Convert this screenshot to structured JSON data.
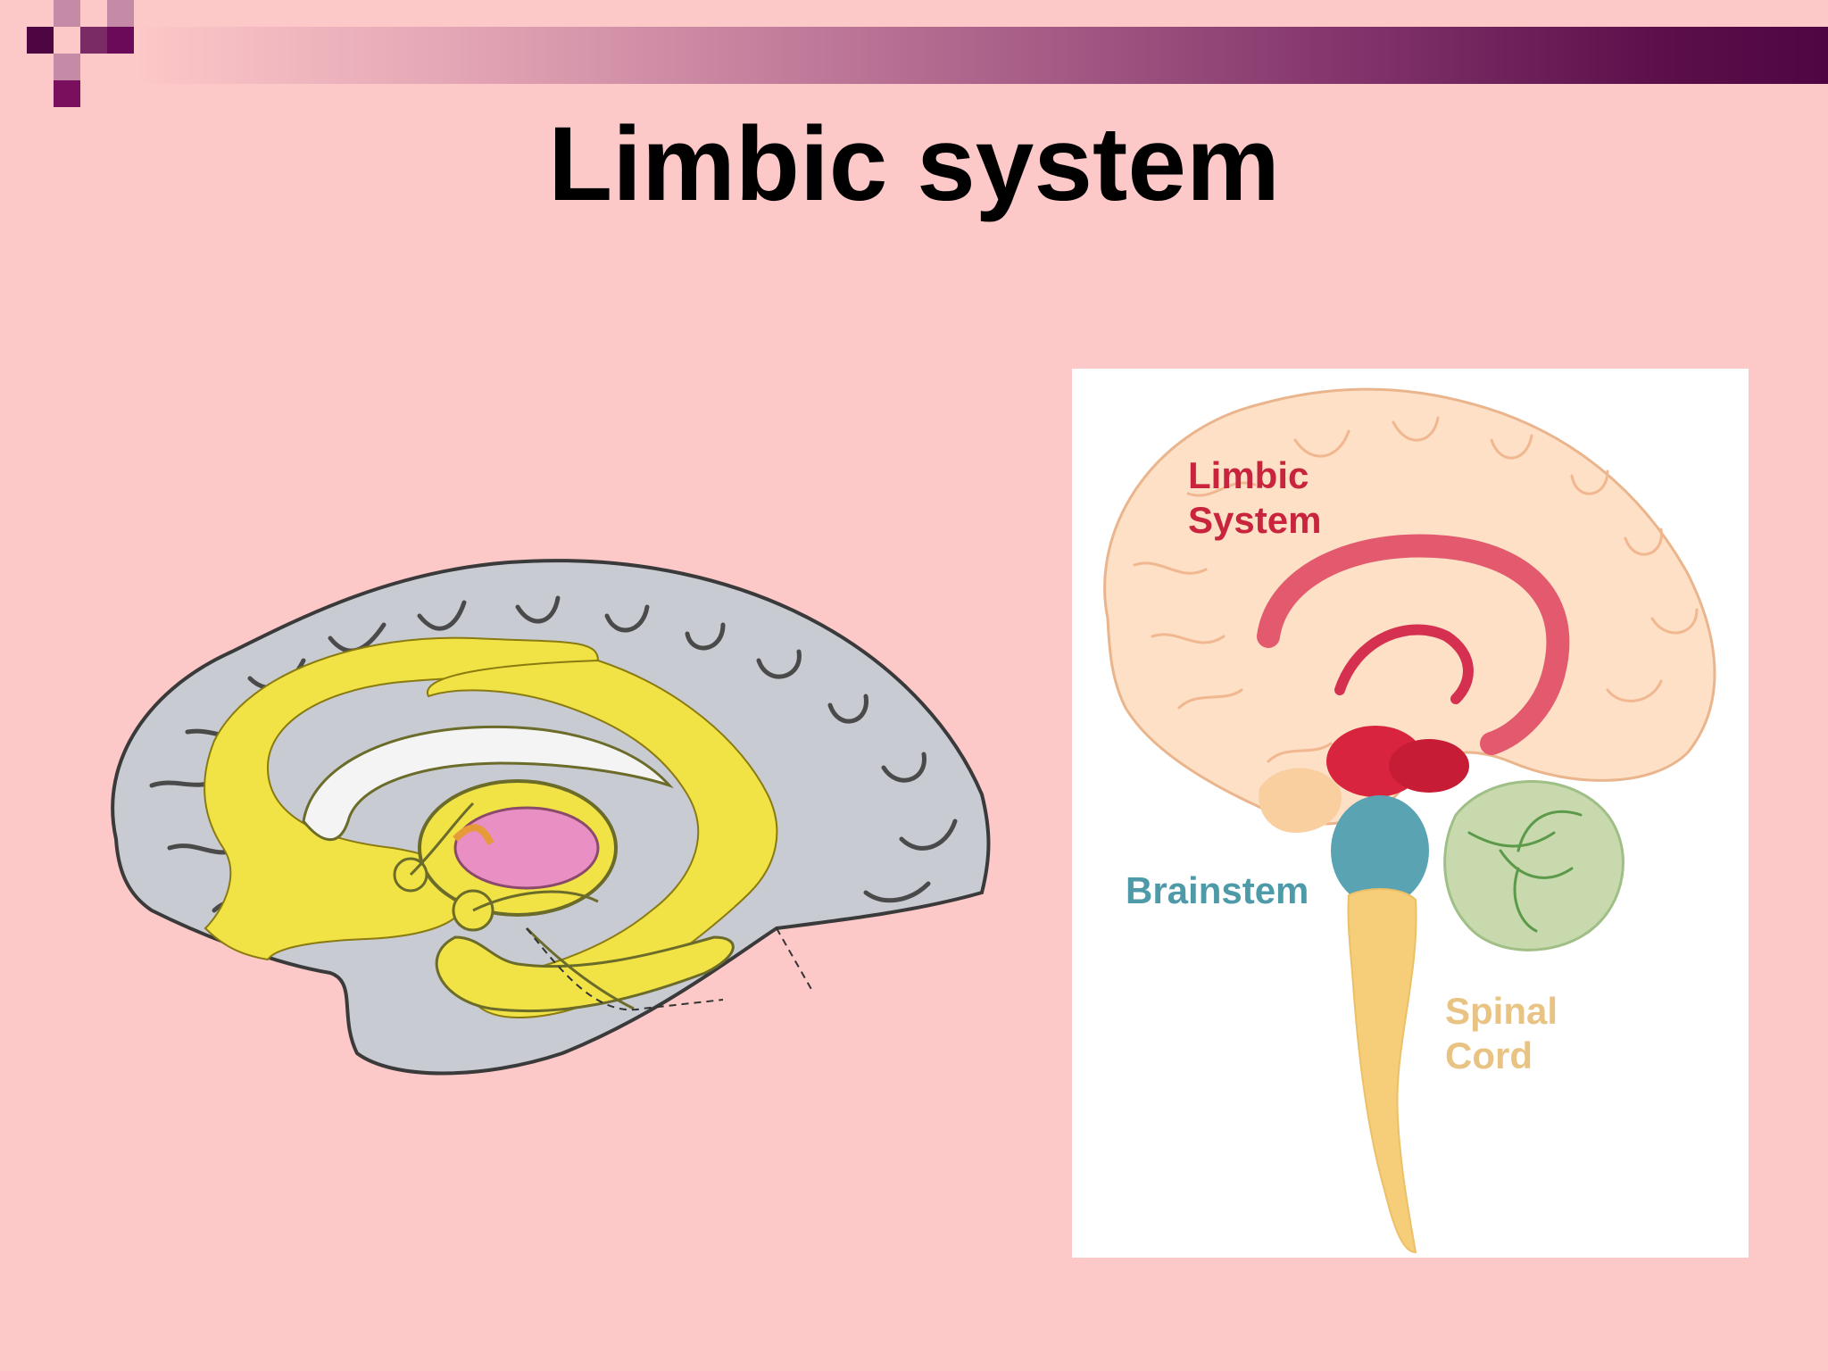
{
  "slide": {
    "title": "Limbic system",
    "background_color": "#fdc8c8",
    "accent_color": "#5c0f4a"
  },
  "left_figure": {
    "icon": "brain-medial-section-diagram",
    "highlight_color": "#f1e246"
  },
  "right_figure": {
    "icon": "brain-sagittal-diagram",
    "labels": {
      "limbic_system": "Limbic\nSystem",
      "brainstem": "Brainstem",
      "spinal_cord": "Spinal\nCord"
    },
    "label_colors": {
      "limbic_system": "#c8243e",
      "brainstem": "#4f9aa8",
      "spinal_cord": "#e8c383"
    }
  }
}
